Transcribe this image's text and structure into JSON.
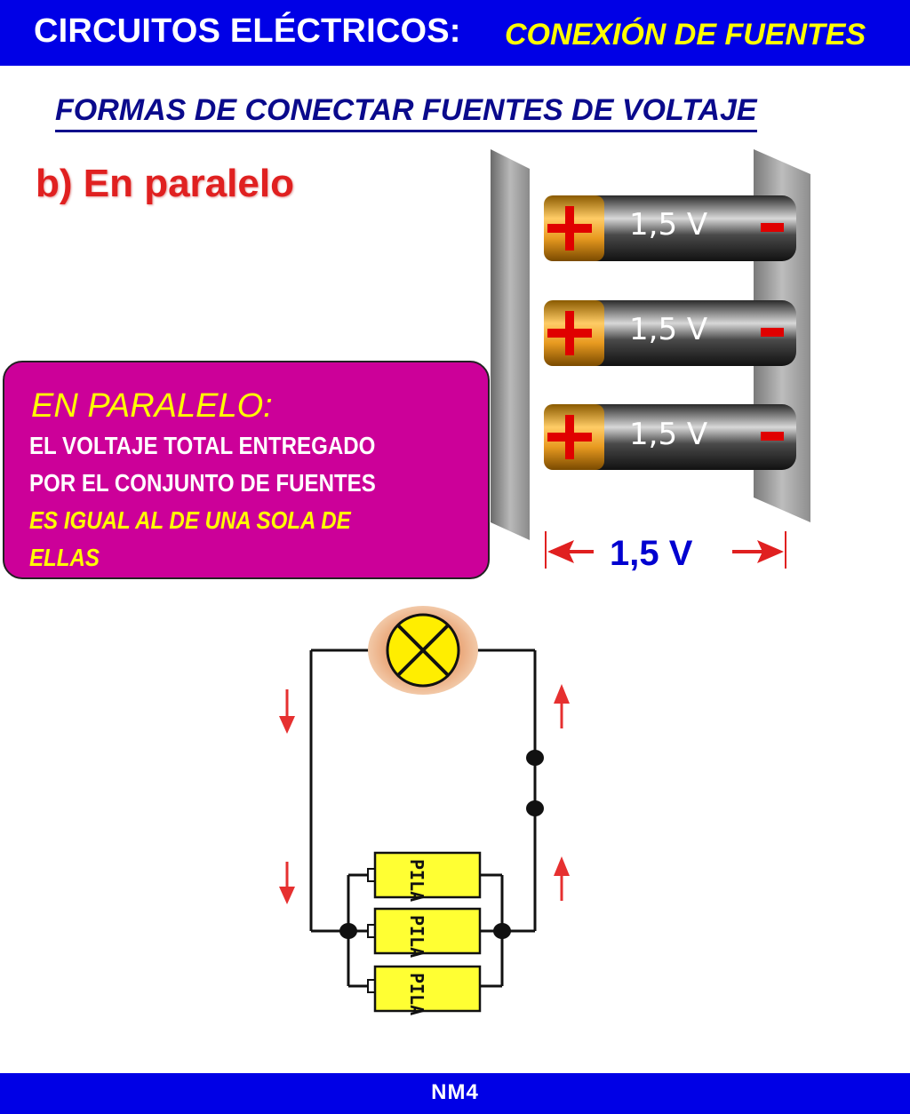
{
  "header": {
    "title": "CIRCUITOS ELÉCTRICOS:",
    "subtitle_accent": "CONEXIÓN DE FUENTES"
  },
  "section_title": "FORMAS DE CONECTAR FUENTES DE VOLTAJE",
  "variant_label": "b) En paralelo",
  "batteries": [
    {
      "voltage": "1,5 V",
      "positive": "+",
      "negative": "-"
    },
    {
      "voltage": "1,5 V",
      "positive": "+",
      "negative": "-"
    },
    {
      "voltage": "1,5 V",
      "positive": "+",
      "negative": "-"
    }
  ],
  "total_voltage": "1,5 V",
  "info_box": {
    "heading": "EN  PARALELO:",
    "line1": "EL VOLTAJE TOTAL ENTREGADO",
    "line2": "POR EL CONJUNTO DE FUENTES",
    "line3": "ES IGUAL AL DE UNA SOLA DE",
    "line4": "ELLAS"
  },
  "circuit": {
    "cell_label": "PILA",
    "cells": [
      "PILA",
      "PILA",
      "PILA"
    ],
    "lamp_symbol": "lamp"
  },
  "footer": {
    "code": "NM4"
  },
  "colors": {
    "header_bg": "#0000e6",
    "accent_yellow": "#ffff00",
    "title_blue": "#0a0a8c",
    "label_red": "#e02020",
    "box_magenta": "#cc0099",
    "cell_yellow": "#ffff33",
    "arrow_red": "#e63030"
  }
}
